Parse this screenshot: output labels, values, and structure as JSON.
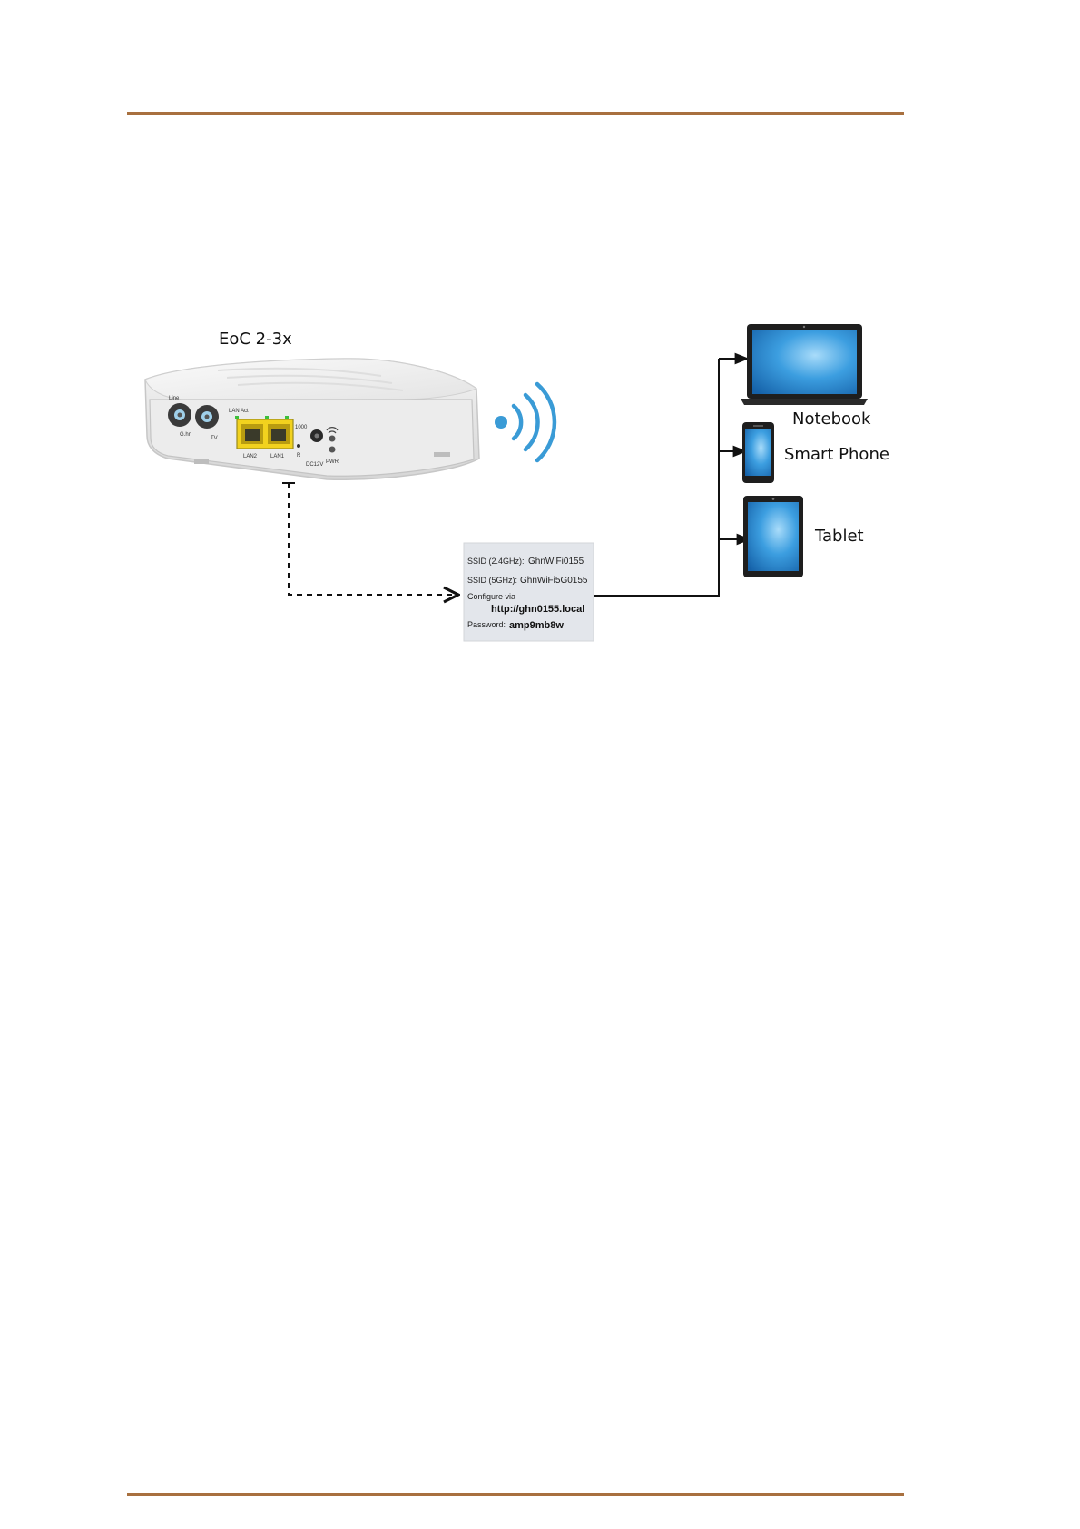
{
  "colors": {
    "rule": "#a8703f",
    "wifi": "#3a9bd6",
    "port": "#f2d21e",
    "screen": "#2f8fd8"
  },
  "icons": [
    "router-device",
    "wifi-signal-icon",
    "notebook-icon",
    "smartphone-icon",
    "tablet-icon",
    "label-sticker"
  ],
  "device": {
    "name": "EoC 2-3x",
    "ports": {
      "line": "Line",
      "g_hn": "G.hn",
      "tv": "TV",
      "lan_led": "LAN Act",
      "lan2": "LAN2",
      "lan1": "LAN1",
      "speed": "1000",
      "reset": "R",
      "dc": "DC12V",
      "pwr": "PWR"
    }
  },
  "sticker": {
    "ssid24_label": "SSID (2.4GHz):",
    "ssid24_value": "GhnWiFi0155",
    "ssid5_label": "SSID (5GHz):",
    "ssid5_value": "GhnWiFi5G0155",
    "configure_label": "Configure via",
    "configure_url": "http://ghn0155.local",
    "password_label": "Password:",
    "password_value": "amp9mb8w"
  },
  "clients": {
    "notebook": "Notebook",
    "smartphone": "Smart Phone",
    "tablet": "Tablet"
  }
}
